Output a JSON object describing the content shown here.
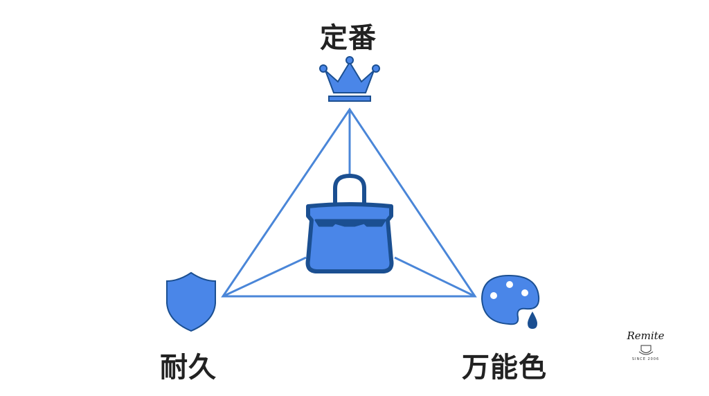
{
  "labels": {
    "top": "定番",
    "left": "耐久",
    "right": "万能色"
  },
  "icons": {
    "top": "crown-icon",
    "left": "shield-icon",
    "right": "palette-icon",
    "center": "handbag-icon"
  },
  "logo": {
    "name": "Remite",
    "since": "SINCE 2006"
  },
  "colors": {
    "fill": "#4a86e8",
    "outline": "#1b4f91",
    "line": "#4a86d8",
    "text": "#222222"
  }
}
